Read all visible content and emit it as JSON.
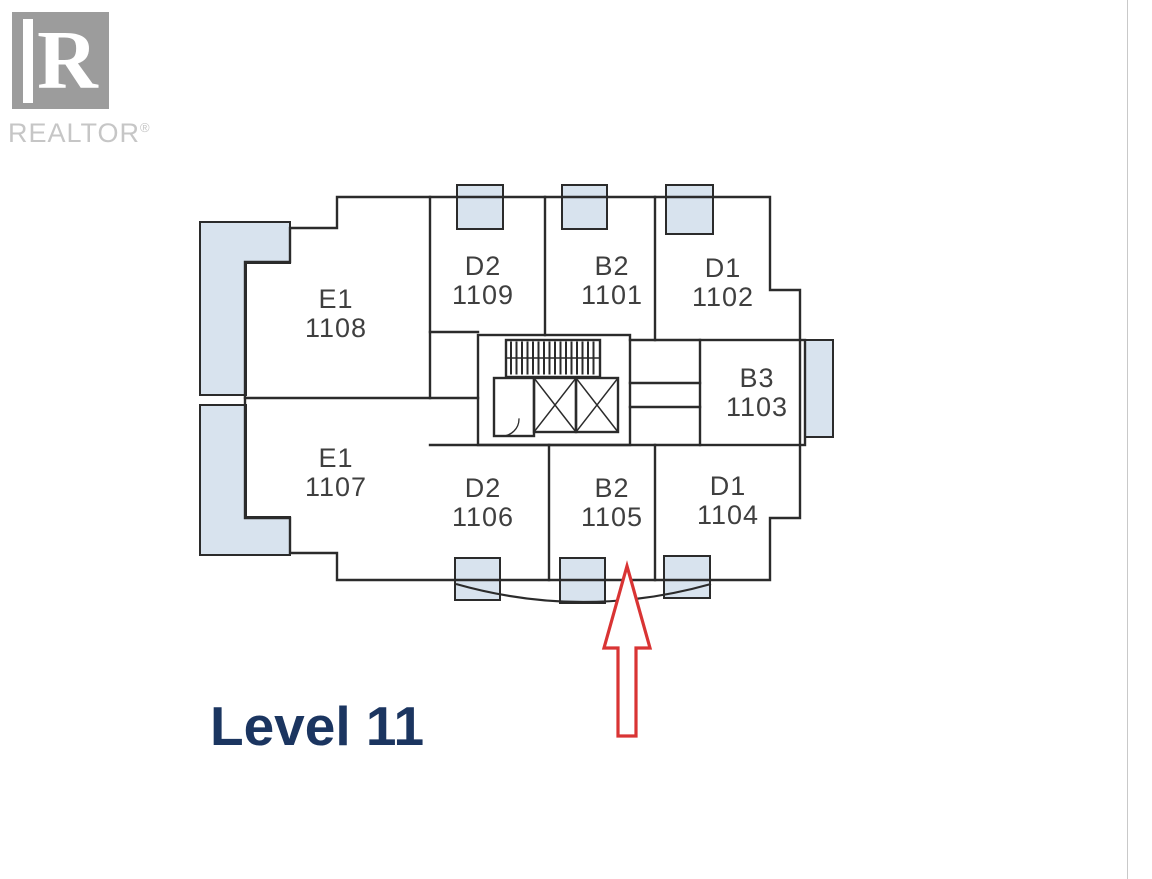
{
  "page": {
    "title": "Level 11"
  },
  "logo": {
    "letter": "R",
    "label": "REALTOR",
    "registered": "®"
  },
  "units": [
    {
      "model": "E1",
      "number": "1108"
    },
    {
      "model": "D2",
      "number": "1109"
    },
    {
      "model": "B2",
      "number": "1101"
    },
    {
      "model": "D1",
      "number": "1102"
    },
    {
      "model": "B3",
      "number": "1103"
    },
    {
      "model": "D1",
      "number": "1104"
    },
    {
      "model": "B2",
      "number": "1105"
    },
    {
      "model": "D2",
      "number": "1106"
    },
    {
      "model": "E1",
      "number": "1107"
    }
  ],
  "arrow": {
    "direction": "up",
    "points_to_unit": "1105",
    "color": "#d93434"
  },
  "colors": {
    "balcony_fill": "#d8e3ee",
    "wall": "#2b2b2b",
    "title": "#1b3560",
    "label_text": "#3f3f3f",
    "logo_gray": "#9c9c9c",
    "logo_text": "#c6c6c6"
  }
}
